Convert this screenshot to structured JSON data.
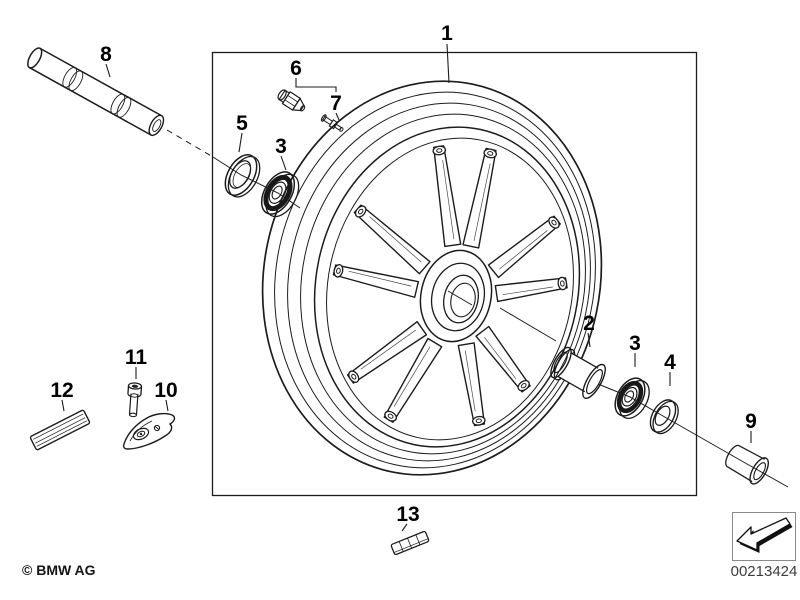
{
  "callouts": {
    "c1": "1",
    "c2": "2",
    "c3": "3",
    "c4": "4",
    "c5": "5",
    "c6": "6",
    "c7": "7",
    "c8": "8",
    "c9": "9",
    "c10": "10",
    "c11": "11",
    "c12": "12",
    "c13": "13"
  },
  "footer": {
    "copyright": "© BMW AG",
    "image_number": "00213424",
    "icon": "page-reference-arrow-icon"
  },
  "colors": {
    "line": "#1c1c1c",
    "background": "#ffffff",
    "label": "#000000",
    "image_number_text": "#3d3d3d",
    "icon_box_border": "#8a8a8a"
  }
}
